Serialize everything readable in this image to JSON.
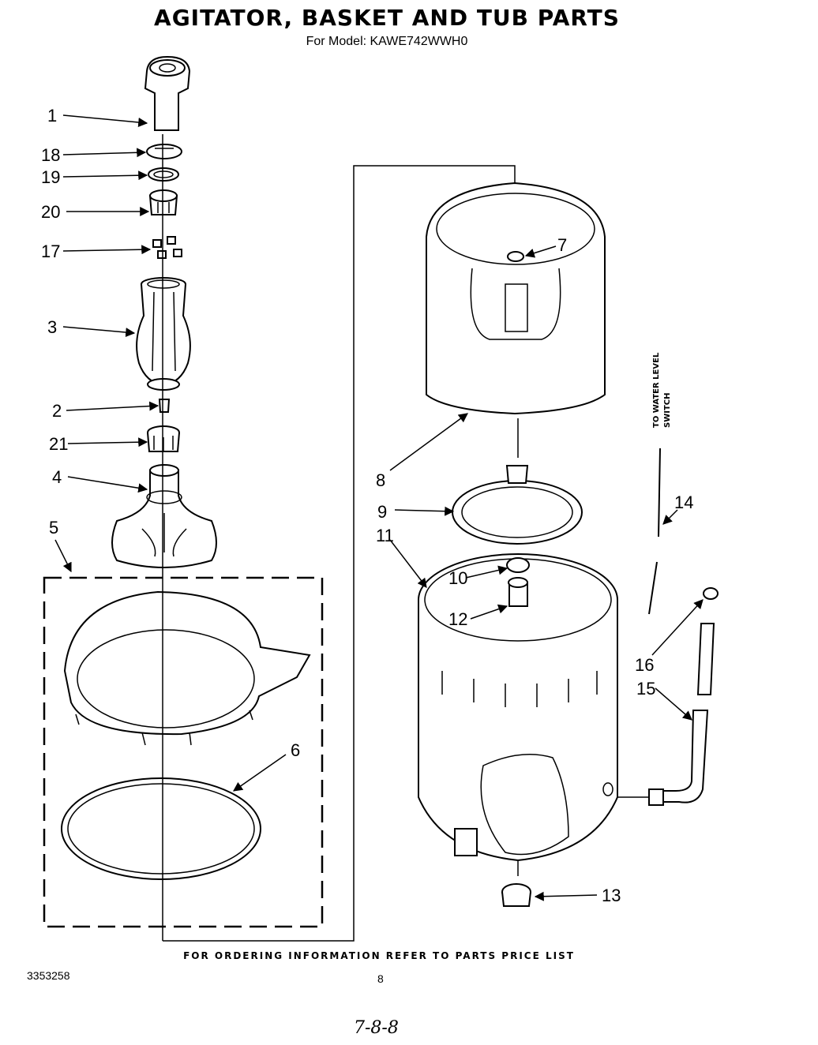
{
  "title": "AGITATOR, BASKET AND TUB PARTS",
  "subtitle": "For Model: KAWE742WWH0",
  "callouts": {
    "c1": "1",
    "c18": "18",
    "c19": "19",
    "c20": "20",
    "c17": "17",
    "c3": "3",
    "c2": "2",
    "c21": "21",
    "c4": "4",
    "c5": "5",
    "c6": "6",
    "c7": "7",
    "c8": "8",
    "c9": "9",
    "c11": "11",
    "c10": "10",
    "c12": "12",
    "c13": "13",
    "c14": "14",
    "c16": "16",
    "c15": "15"
  },
  "side_note": {
    "line1": "TO WATER LEVEL",
    "line2": "SWITCH"
  },
  "footer": "FOR ORDERING INFORMATION REFER TO PARTS PRICE LIST",
  "doc_number": "3353258",
  "page_number": "8",
  "handwritten_note": "7-8-8"
}
